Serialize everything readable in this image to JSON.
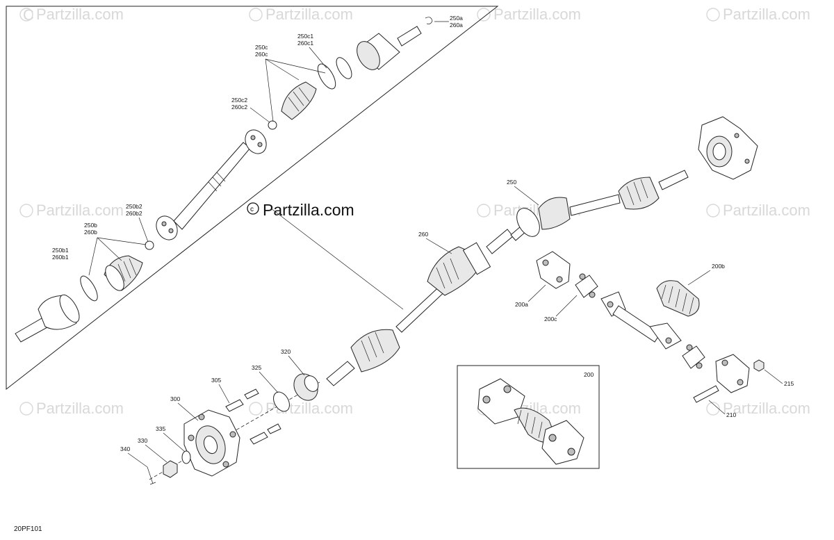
{
  "watermark": {
    "text": "Partzilla.com",
    "symbol": "C"
  },
  "center_watermark": "Partzilla.com",
  "diagram_code": "20PF101",
  "callouts": [
    {
      "id": "c250a",
      "line1": "250a",
      "line2": "260a"
    },
    {
      "id": "c250c1",
      "line1": "250c1",
      "line2": "260c1"
    },
    {
      "id": "c250c",
      "line1": "250c",
      "line2": "260c"
    },
    {
      "id": "c250c2",
      "line1": "250c2",
      "line2": "260c2"
    },
    {
      "id": "c250b2",
      "line1": "250b2",
      "line2": "260b2"
    },
    {
      "id": "c250b",
      "line1": "250b",
      "line2": "260b"
    },
    {
      "id": "c250b1",
      "line1": "250b1",
      "line2": "260b1"
    },
    {
      "id": "c250",
      "line1": "250"
    },
    {
      "id": "c260",
      "line1": "260"
    },
    {
      "id": "c320",
      "line1": "320"
    },
    {
      "id": "c325",
      "line1": "325"
    },
    {
      "id": "c305",
      "line1": "305"
    },
    {
      "id": "c300",
      "line1": "300"
    },
    {
      "id": "c335",
      "line1": "335"
    },
    {
      "id": "c330",
      "line1": "330"
    },
    {
      "id": "c340",
      "line1": "340"
    },
    {
      "id": "c200",
      "line1": "200"
    },
    {
      "id": "c200a",
      "line1": "200a"
    },
    {
      "id": "c200b",
      "line1": "200b"
    },
    {
      "id": "c200c",
      "line1": "200c"
    },
    {
      "id": "c215",
      "line1": "215"
    },
    {
      "id": "c210",
      "line1": "210"
    }
  ]
}
